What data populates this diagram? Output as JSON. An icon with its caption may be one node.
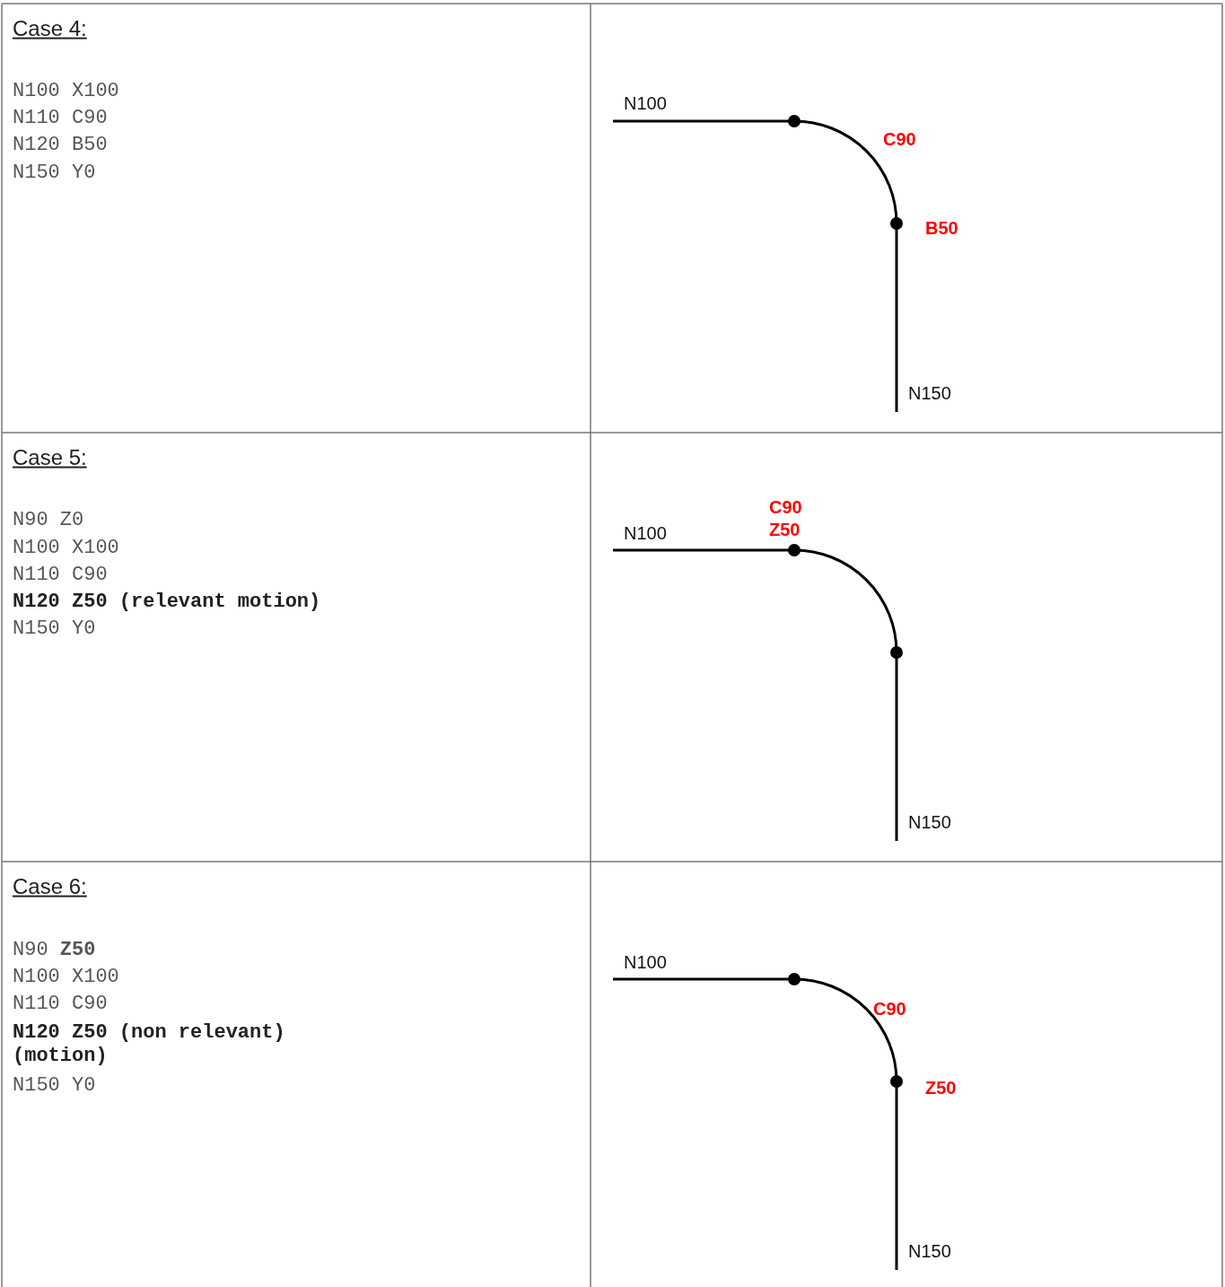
{
  "diagram": {
    "labels": [
      "Case 4:",
      "N100 X100",
      "N110 C90",
      "N120 B50",
      "N150 Y0",
      "N100",
      "C90",
      "B50",
      "N150",
      "Case 5:",
      "N90 Z0",
      "N100 X100",
      "N110 C90",
      "N120 Z50 (relevant motion)",
      "N150 Y0",
      "C90",
      "Z50",
      "N100",
      "N150",
      "Case 6:",
      "N90 **Z50**",
      "N100 X100",
      "N110 C90",
      "N120 Z50 (non relevant) (motion)",
      "N150 Y0",
      "N100",
      "C90",
      "Z50",
      "N150"
    ]
  }
}
